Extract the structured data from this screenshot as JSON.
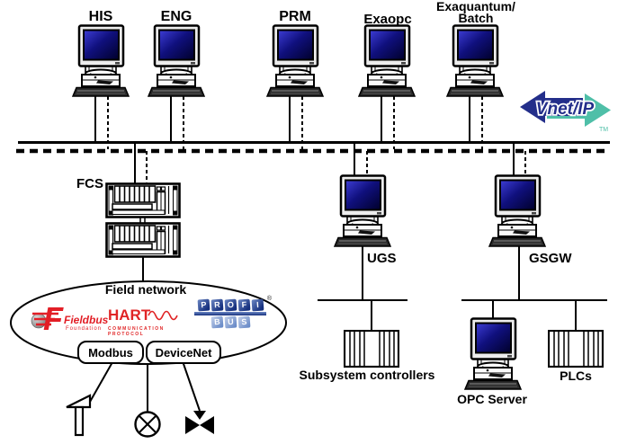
{
  "colors": {
    "line": "#000000",
    "screen_blue_light": "#3d3dd6",
    "screen_blue_dark": "#00002a",
    "logo_red": "#e21e26",
    "hart_red": "#e02425",
    "profibus_blue_dark": "#16307e",
    "profibus_blue_light": "#6b8cc8",
    "vnet_navy": "#232e8a",
    "vnet_teal": "#4fbfa8"
  },
  "top_workstations": [
    {
      "label": "HIS"
    },
    {
      "label": "ENG"
    },
    {
      "label": "PRM"
    },
    {
      "label": "Exaopc"
    },
    {
      "label": "Exaquantum/\nBatch"
    }
  ],
  "vnet": {
    "label": "Vnet/IP",
    "tm": "TM"
  },
  "fcs": {
    "label": "FCS"
  },
  "field_network": {
    "title": "Field network",
    "fieldbus": {
      "name": "Fieldbus",
      "sub": "Foundation",
      "letter": "F"
    },
    "hart": {
      "name": "HART",
      "sub": "COMMUNICATION PROTOCOL"
    },
    "profibus": {
      "top": [
        "P",
        "R",
        "O",
        "F",
        "I"
      ],
      "bottom": [
        "B",
        "U",
        "S"
      ],
      "reg": "®"
    },
    "protocols": [
      {
        "label": "Modbus"
      },
      {
        "label": "DeviceNet"
      }
    ]
  },
  "servers": {
    "ugs": "UGS",
    "gsgw": "GSGW",
    "opc": "OPC Server"
  },
  "subsystems": {
    "controllers": "Subsystem controllers",
    "plcs": "PLCs"
  }
}
